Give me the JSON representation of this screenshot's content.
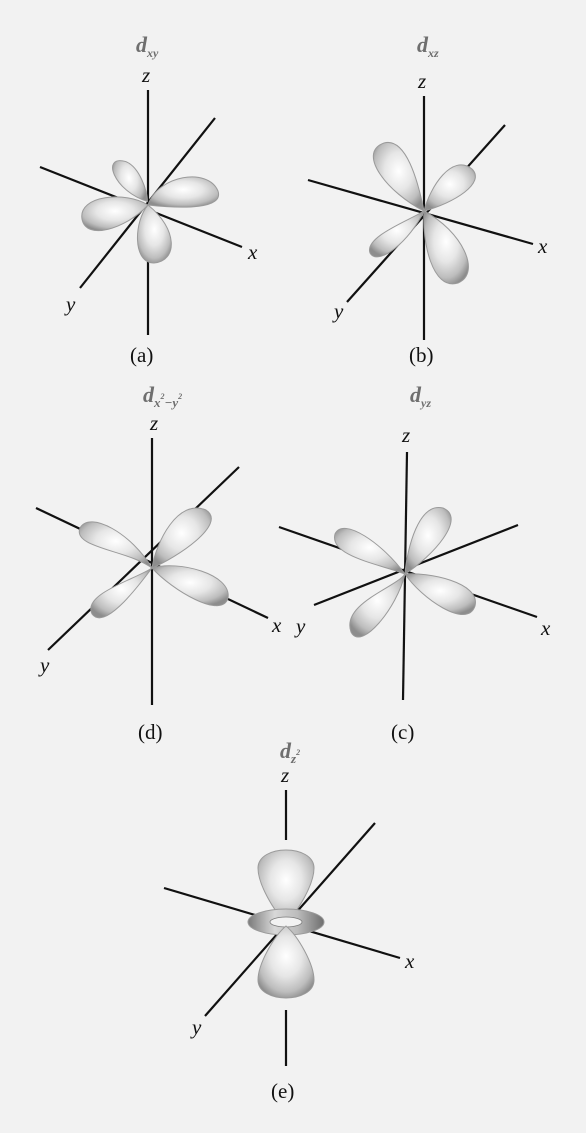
{
  "panels": [
    {
      "id": "a",
      "label": "(a)",
      "orbital": {
        "main": "d",
        "sub": "xy",
        "sup1": "",
        "sub2": "",
        "sup2": ""
      },
      "axes": {
        "x": "x",
        "y": "y",
        "z": "z"
      }
    },
    {
      "id": "b",
      "label": "(b)",
      "orbital": {
        "main": "d",
        "sub": "xz",
        "sup1": "",
        "sub2": "",
        "sup2": ""
      },
      "axes": {
        "x": "x",
        "y": "y",
        "z": "z"
      }
    },
    {
      "id": "d",
      "label": "(d)",
      "orbital": {
        "main": "d",
        "sub": "x",
        "sup1": "2",
        "sub2": "−y",
        "sup2": "2"
      },
      "axes": {
        "x": "x",
        "y": "y",
        "z": "z"
      }
    },
    {
      "id": "c",
      "label": "(c)",
      "orbital": {
        "main": "d",
        "sub": "yz",
        "sup1": "",
        "sub2": "",
        "sup2": ""
      },
      "axes": {
        "x": "x",
        "y": "y",
        "z": "z"
      }
    },
    {
      "id": "e",
      "label": "(e)",
      "orbital": {
        "main": "d",
        "sub": "z",
        "sup1": "2",
        "sub2": "",
        "sup2": ""
      },
      "axes": {
        "x": "x",
        "y": "y",
        "z": "z"
      }
    }
  ],
  "colors": {
    "background": "#f2f2f2",
    "lobe_light": "#ffffff",
    "lobe_mid": "#cfcfcf",
    "lobe_dark": "#8d8d8d",
    "title": "#6f6f6f",
    "axis": "#111111"
  }
}
